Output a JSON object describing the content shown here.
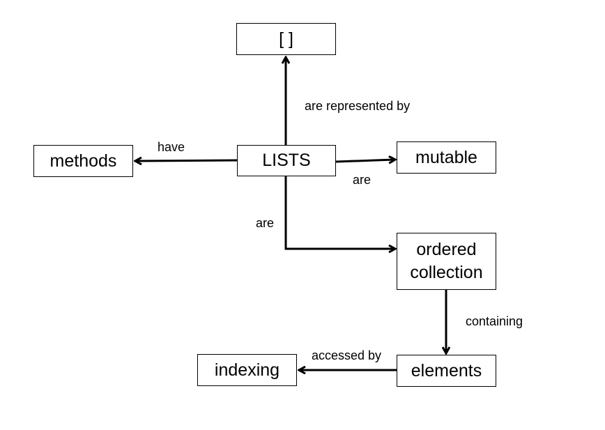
{
  "nodes": {
    "brackets": "[ ]",
    "lists": "LISTS",
    "methods": "methods",
    "mutable": "mutable",
    "ordered_collection": "ordered\ncollection",
    "elements": "elements",
    "indexing": "indexing"
  },
  "edges": {
    "lists_to_brackets": "are represented by",
    "lists_to_methods": "have",
    "lists_to_mutable": "are",
    "lists_to_ordered_collection": "are",
    "ordered_collection_to_elements": "containing",
    "elements_to_indexing": "accessed by"
  },
  "colors": {
    "line": "#000000",
    "background": "#ffffff"
  }
}
